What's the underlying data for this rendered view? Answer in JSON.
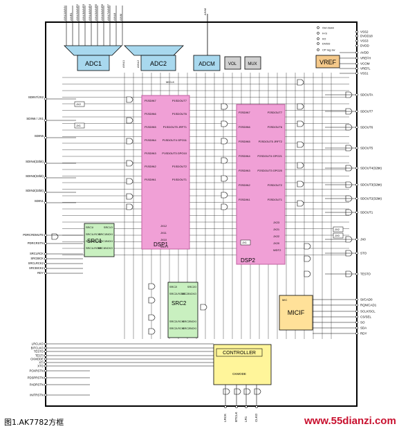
{
  "caption": "图1.AK7782方框",
  "watermark": "www.55dianzi.com",
  "colors": {
    "chip_border": "#000000",
    "dsp_fill": "#f0a0d6",
    "dsp_stroke": "#c060a0",
    "adc_fill": "#a8d8ee",
    "src_fill": "#c9f0c0",
    "vref_fill": "#f5c98a",
    "controller_fill": "#fff59a",
    "micif_fill": "#ffe199",
    "vol_fill": "#d0d0d0",
    "wire": "#000000",
    "watermark": "#c8102e"
  },
  "top_analog_inputs": [
    "AINL1/AINN",
    "AINR1",
    "AINL2/AINR2",
    "AINL3/AINR3",
    "AINL4/AINR4",
    "AINL5/AINR5",
    "AINL6/AINR6",
    "AINL7/AINR7",
    "AINL8",
    "AINM"
  ],
  "blocks": {
    "adc1": "ADC1",
    "adc2": "ADC2",
    "adcm": "ADCM",
    "vol": "VOL",
    "mux": "MUX",
    "vref": "VREF",
    "dsp1": "DSP1",
    "dsp2": "DSP2",
    "src1": "SRC1",
    "src2": "SRC2",
    "micif": "MICIF",
    "controller": "CONTROLLER",
    "controller_sub": "CKMODE",
    "micif_sub": "MIC"
  },
  "left_inputs": [
    "SDIN7/JX2",
    "SDIN6 / JX1",
    "SDIN5",
    "SDIN4(32bit)",
    "SDIN3(32bit)",
    "SDIN2(32bit)",
    "SDIN1"
  ],
  "left_src_pins": [
    "PDRCRDMUTE",
    "PDRCRSTN",
    "SRCLRCK",
    "SRCBICK",
    "SRCLRCK2",
    "SRCBICK2",
    "RDY"
  ],
  "left_bottom_pins": [
    "LRCLKO",
    "BITCLKO",
    "TESTO",
    "TESTI",
    "CKMODE",
    "XTI",
    "XTO",
    "PCKRSTN",
    "PDSPRSTN",
    "PADRSTN",
    "INITRSTN"
  ],
  "right_top_pins": [
    "VSS2",
    "DVDD18",
    "VSS3",
    "DVDD",
    "AVDD",
    "VREFH",
    "VCOM",
    "VREFL",
    "VSS1"
  ],
  "right_power_labels": [
    "Out down",
    "H-S",
    "I/O",
    "DVDD",
    "CP reg sw"
  ],
  "right_outputs": [
    "SDOUTA",
    "SDOUT7",
    "SDOUT6",
    "SDOUT5",
    "SDOUT4(32bit)",
    "SDOUT3(32bit)",
    "SDOUT2(32bit)",
    "SDOUT1",
    "JX0",
    "STO",
    "TESTO"
  ],
  "right_micif_pins": [
    "SI/CAD0",
    "RQN/CAD1",
    "SCLK/SCL",
    "CS/SEL",
    "SO",
    "SDA",
    "RDY"
  ],
  "bottom_pins": [
    "LRCK",
    "BTCLK",
    "LR1",
    "CLKO"
  ],
  "dsp1_ports": [
    "P1SDIN7",
    "P1SDOUT7",
    "P1SDIN6",
    "P1SDOUT6",
    "P1SDIN5",
    "P1SDOUT5 JRFT1",
    "P1SDIN4",
    "P1SDOUT4 GPO11",
    "P1SDIN3",
    "P1SDOUT3 GPO10",
    "P1SDIN2",
    "P1SDOUT2",
    "P1SDIN1",
    "P1SDOUT1",
    "JX12",
    "JX11",
    "JX10",
    "WDT1"
  ],
  "dsp2_ports": [
    "P2SDIN7",
    "P2SDOUT7",
    "P2SDIN6",
    "P2SDOUT6",
    "P2SDIN5",
    "P2SDOUT5 JRFT2",
    "P2SDIN4",
    "P2SDOUT4 GPO21",
    "P2SDIN3",
    "P2SDOUT3 GPO20",
    "P2SDIN2",
    "P2SDOUT2",
    "P2SDIN1",
    "P2SDOUT1",
    "JX23",
    "JX21",
    "JX22",
    "JX20",
    "WDT2"
  ],
  "src1_ports": [
    "SRC1I",
    "SRC1O",
    "SRC1LRCKI",
    "SRC1BICKI",
    "SRC1LRCKI",
    "SRC1BICKI",
    "SRC1LRCKO",
    "SRC1BICKO"
  ],
  "src2_ports": [
    "SRC2I",
    "SRC2O",
    "SRC2LRCKO",
    "SRC2BICKO",
    "SRC2LRCKI",
    "SRC2BICKI",
    "SRC2LRCKI",
    "SRC2BICKI"
  ],
  "misc_labels": [
    "JX2",
    "JX1",
    "JX0",
    "JX2",
    "JX1",
    "MICLK",
    "AINL2",
    "AINL1"
  ]
}
